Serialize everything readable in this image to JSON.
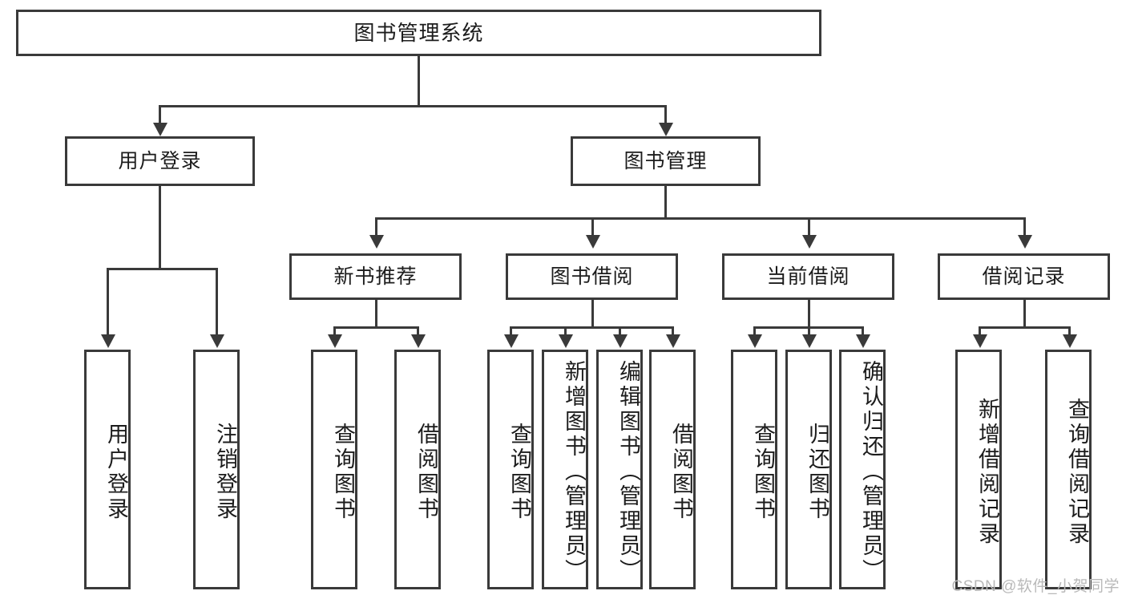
{
  "diagram": {
    "title": "图书管理系统",
    "watermark": "CSDN @软件_小贺同学",
    "root": {
      "label": "图书管理系统"
    },
    "level2": [
      {
        "label": "用户登录"
      },
      {
        "label": "图书管理"
      }
    ],
    "level3": [
      {
        "label": "新书推荐"
      },
      {
        "label": "图书借阅"
      },
      {
        "label": "当前借阅"
      },
      {
        "label": "借阅记录"
      }
    ],
    "leaves": {
      "user_login": [
        {
          "label": "用户登录"
        },
        {
          "label": "注销登录"
        }
      ],
      "new_book": [
        {
          "label": "查询图书"
        },
        {
          "label": "借阅图书"
        }
      ],
      "book_borrow": [
        {
          "label": "查询图书"
        },
        {
          "label": "新增图书（管理员）"
        },
        {
          "label": "编辑图书（管理员）"
        },
        {
          "label": "借阅图书"
        }
      ],
      "current_borrow": [
        {
          "label": "查询图书"
        },
        {
          "label": "归还图书"
        },
        {
          "label": "确认归还（管理员）"
        }
      ],
      "borrow_record": [
        {
          "label": "新增借阅记录"
        },
        {
          "label": "查询借阅记录"
        }
      ]
    }
  },
  "colors": {
    "stroke": "#3a3a3a",
    "text": "#1c1c1c",
    "background": "#ffffff",
    "watermark": "#b9b9b9"
  }
}
